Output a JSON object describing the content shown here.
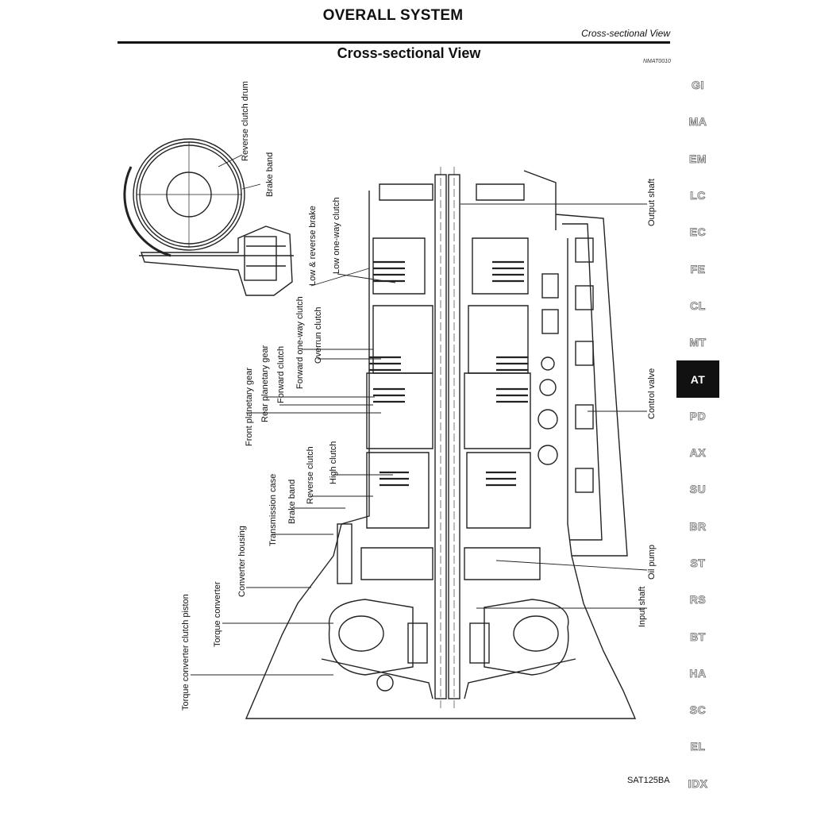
{
  "header": {
    "title": "OVERALL SYSTEM",
    "subhead": "Cross-sectional View",
    "section_title": "Cross-sectional View",
    "ref_code": "NMAT0010"
  },
  "figure": {
    "code": "SAT125BA",
    "labels": {
      "reverse_clutch_drum": "Reverse clutch drum",
      "brake_band_top": "Brake band",
      "low_reverse_brake": "Low & reverse brake",
      "low_one_way_clutch": "Low one-way clutch",
      "forward_one_way_clutch": "Forward one-way clutch",
      "overrun_clutch": "Overrun clutch",
      "front_planetary_gear": "Front planetary gear",
      "rear_planetary_gear": "Rear planetary gear",
      "forward_clutch": "Forward clutch",
      "transmission_case": "Transmission case",
      "brake_band": "Brake band",
      "reverse_clutch": "Reverse clutch",
      "high_clutch": "High clutch",
      "converter_housing": "Converter housing",
      "torque_converter": "Torque converter",
      "torque_converter_clutch_piston": "Torque converter clutch piston",
      "output_shaft": "Output shaft",
      "control_valve": "Control valve",
      "oil_pump": "Oil pump",
      "input_shaft": "Input shaft"
    }
  },
  "tabs": [
    {
      "label": "GI",
      "active": false
    },
    {
      "label": "MA",
      "active": false
    },
    {
      "label": "EM",
      "active": false
    },
    {
      "label": "LC",
      "active": false
    },
    {
      "label": "EC",
      "active": false
    },
    {
      "label": "FE",
      "active": false
    },
    {
      "label": "CL",
      "active": false
    },
    {
      "label": "MT",
      "active": false
    },
    {
      "label": "AT",
      "active": true
    },
    {
      "label": "PD",
      "active": false
    },
    {
      "label": "AX",
      "active": false
    },
    {
      "label": "SU",
      "active": false
    },
    {
      "label": "BR",
      "active": false
    },
    {
      "label": "ST",
      "active": false
    },
    {
      "label": "RS",
      "active": false
    },
    {
      "label": "BT",
      "active": false
    },
    {
      "label": "HA",
      "active": false
    },
    {
      "label": "SC",
      "active": false
    },
    {
      "label": "EL",
      "active": false
    },
    {
      "label": "IDX",
      "active": false
    }
  ]
}
